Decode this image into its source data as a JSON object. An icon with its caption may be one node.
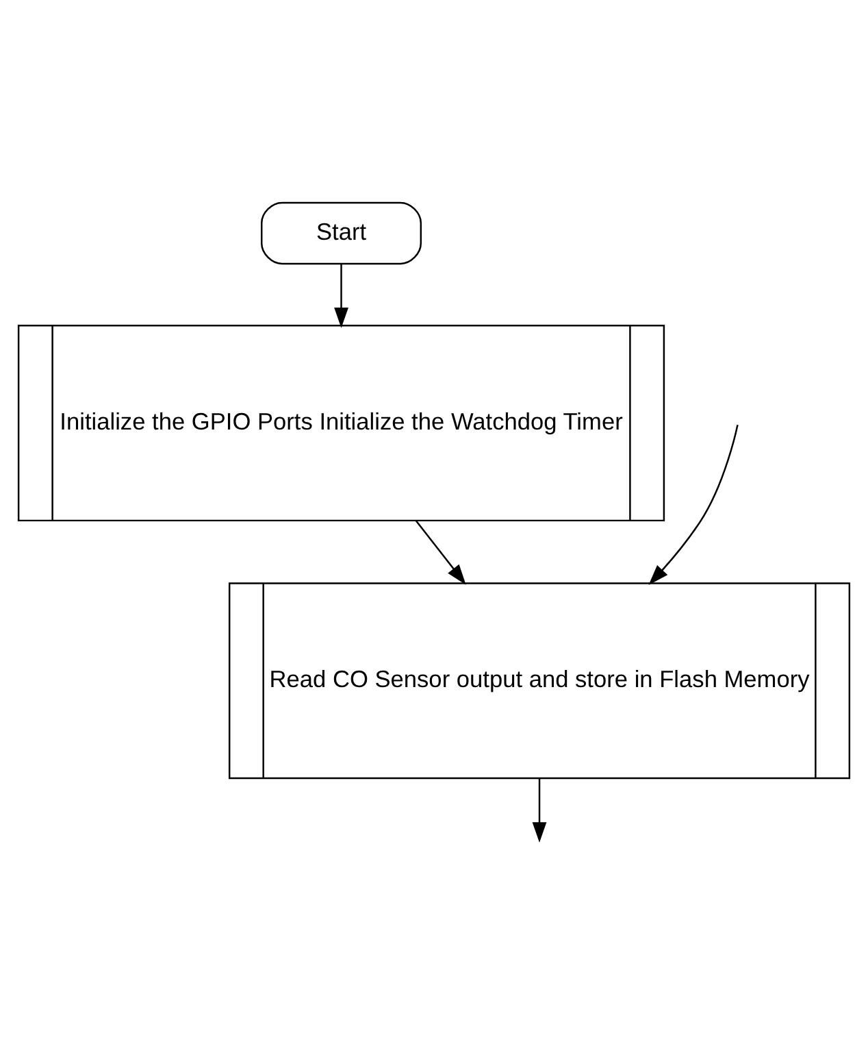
{
  "diagram": {
    "nodes": [
      {
        "text": [
          "Start"
        ]
      },
      {
        "text": [
          "Initialize the GPIO Ports Initialize the Watchdog Timer"
        ]
      },
      {
        "text": [
          "Read CO Sensor output and store in Flash Memory"
        ]
      }
    ],
    "edges": [
      {
        "from": 0,
        "to": 1,
        "arrow": "to"
      },
      {
        "from": 1,
        "to": 2,
        "arrow": "to"
      },
      {
        "from": null,
        "to": 2,
        "arrow": "to"
      },
      {
        "from": 2,
        "to": null,
        "arrow": "to"
      }
    ]
  }
}
